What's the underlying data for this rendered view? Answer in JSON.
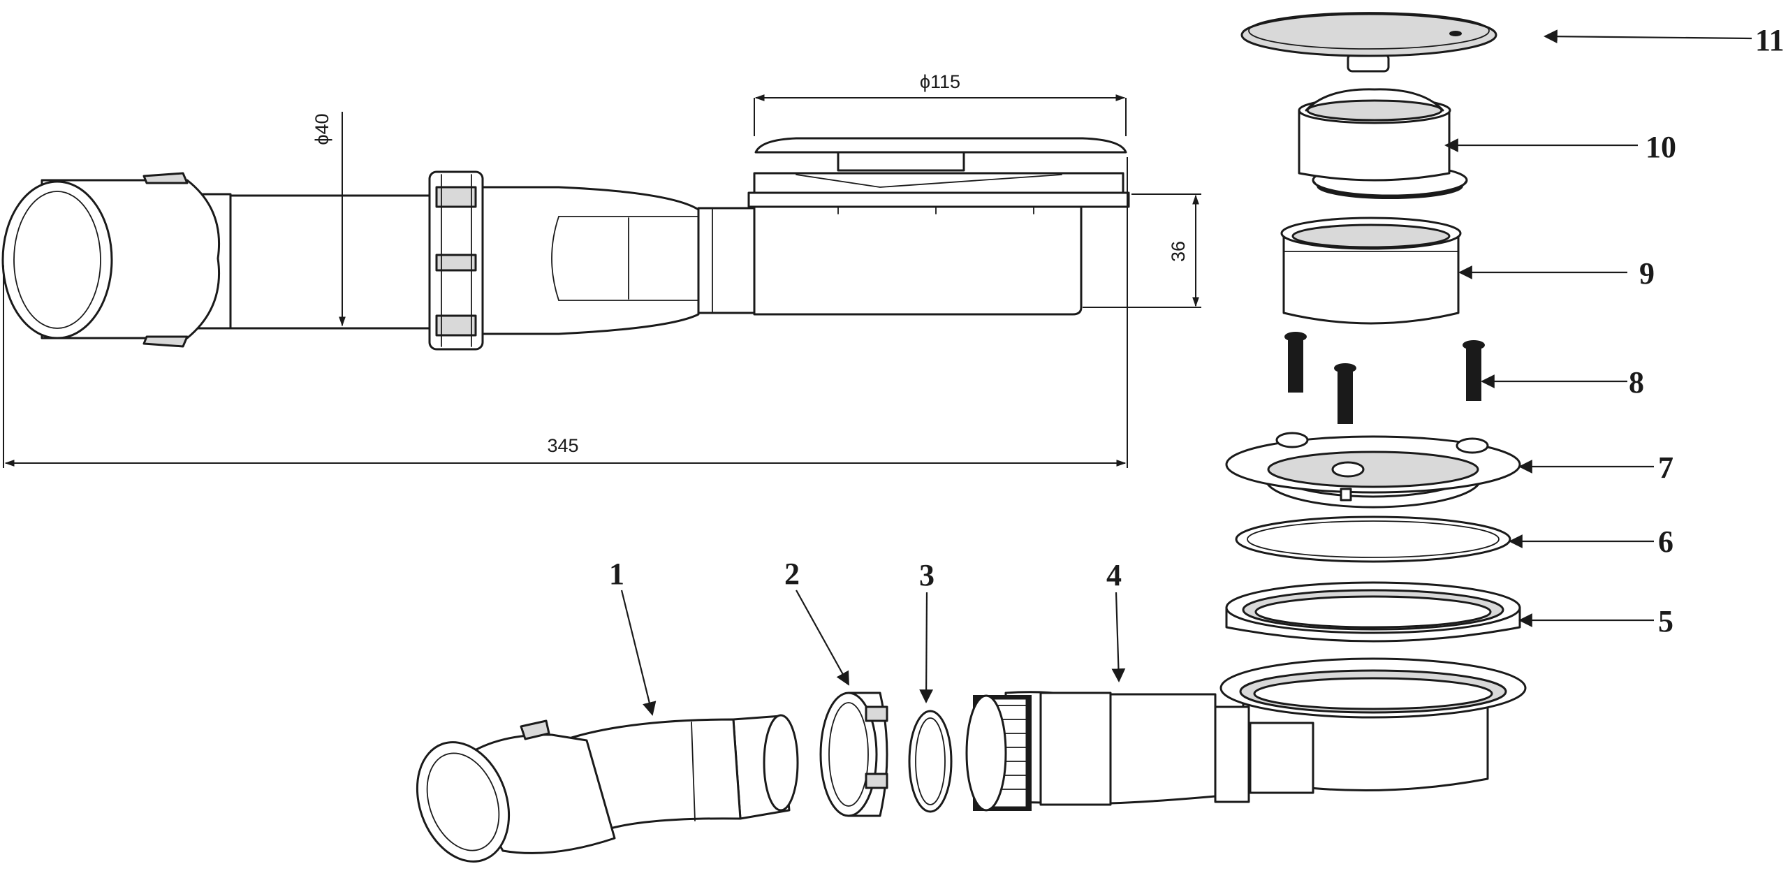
{
  "dimensions": {
    "diameter_top": "ϕ115",
    "diameter_pipe": "ϕ40",
    "height": "36",
    "length": "345"
  },
  "part_labels": [
    "1",
    "2",
    "3",
    "4",
    "5",
    "6",
    "7",
    "8",
    "9",
    "10",
    "11"
  ]
}
